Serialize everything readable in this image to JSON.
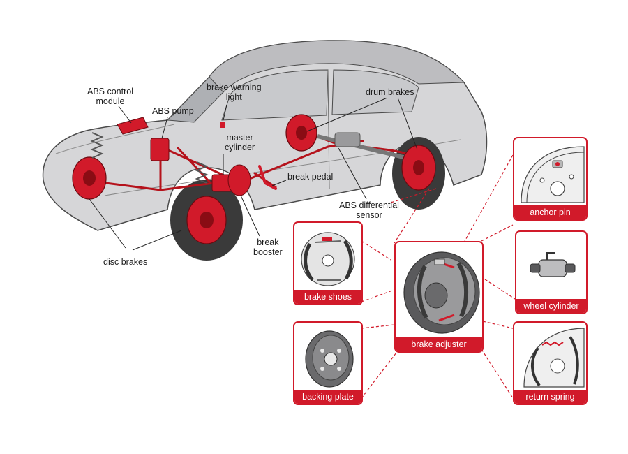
{
  "colors": {
    "accent": "#d11a2a",
    "car_body": "#d6d6d8",
    "car_outline": "#4a4a4a",
    "tire": "#3a3a3a"
  },
  "labels": {
    "abs_control_module": "ABS control\nmodule",
    "abs_pump": "ABS pump",
    "brake_warning_light": "brake warning\nlight",
    "master_cylinder": "master\ncylinder",
    "drum_brakes": "drum brakes",
    "break_pedal": "break pedal",
    "abs_differential_sensor": "ABS differential\nsensor",
    "break_booster": "break\nbooster",
    "disc_brakes": "disc brakes"
  },
  "cards": {
    "anchor_pin": "anchor pin",
    "brake_shoes": "brake shoes",
    "wheel_cylinder": "wheel cylinder",
    "brake_adjuster": "brake adjuster",
    "backing_plate": "backing plate",
    "return_spring": "return spring"
  }
}
